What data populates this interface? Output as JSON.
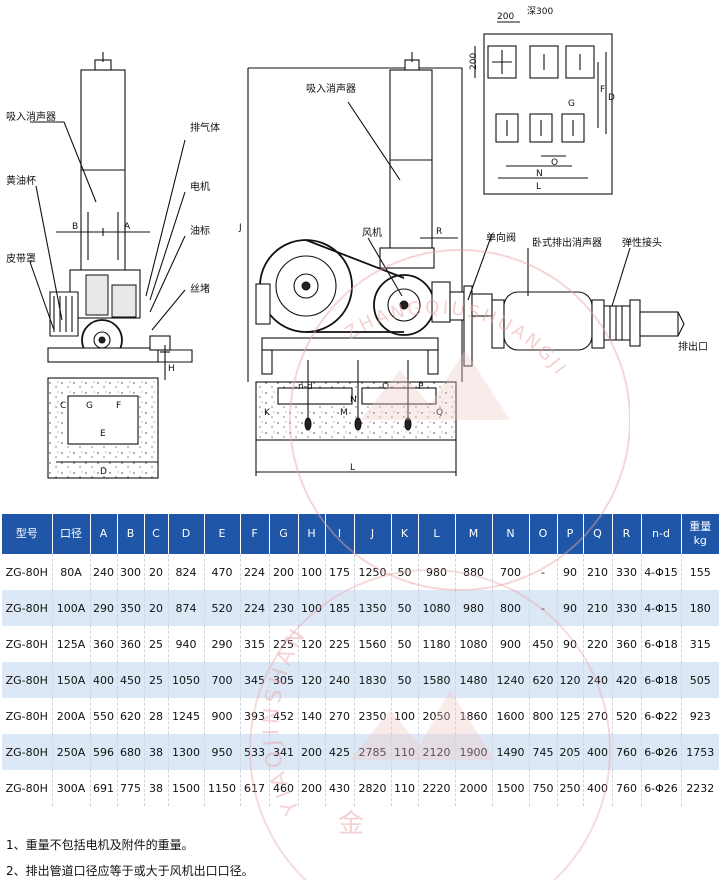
{
  "drawing": {
    "labels": {
      "inlet_silencer_left": "吸入消声器",
      "exhaust_body": "排气体",
      "grease_cup": "黄油杯",
      "motor": "电机",
      "oil_gauge": "油标",
      "belt_guard": "皮带罩",
      "plug": "丝堵",
      "inlet_silencer_right": "吸入消声器",
      "blower": "风机",
      "check_valve": "单向阀",
      "horizontal_exhaust_silencer": "卧式排出消声器",
      "elastic_joint": "弹性接头",
      "outlet": "排出口",
      "depth": "深300",
      "dim_200_top": "200",
      "dim_200_left": "200"
    },
    "dims": {
      "A": "A",
      "B": "B",
      "C": "C",
      "D": "D",
      "E": "E",
      "F": "F",
      "G": "G",
      "H": "H",
      "I": "I",
      "J": "J",
      "K": "K",
      "L": "L",
      "M": "M",
      "N": "N",
      "O": "O",
      "P": "P",
      "Q": "Q",
      "R": "R",
      "nd": "n-d"
    }
  },
  "table": {
    "headers": [
      "型号",
      "口径",
      "A",
      "B",
      "C",
      "D",
      "E",
      "F",
      "G",
      "H",
      "I",
      "J",
      "K",
      "L",
      "M",
      "N",
      "O",
      "P",
      "Q",
      "R",
      "n-d",
      "重量kg"
    ],
    "header_main": [
      "型号",
      "口径",
      "A",
      "B",
      "C",
      "D",
      "E",
      "F",
      "G",
      "H",
      "I",
      "J",
      "K",
      "L",
      "M",
      "N",
      "O",
      "P",
      "Q",
      "R",
      "n-d",
      "重量"
    ],
    "weight_unit": "kg",
    "rows": [
      [
        "ZG-80H",
        "80A",
        "240",
        "300",
        "20",
        "824",
        "470",
        "224",
        "200",
        "100",
        "175",
        "1250",
        "50",
        "980",
        "880",
        "700",
        "-",
        "90",
        "210",
        "330",
        "4-Φ15",
        "155"
      ],
      [
        "ZG-80H",
        "100A",
        "290",
        "350",
        "20",
        "874",
        "520",
        "224",
        "230",
        "100",
        "185",
        "1350",
        "50",
        "1080",
        "980",
        "800",
        "-",
        "90",
        "210",
        "330",
        "4-Φ15",
        "180"
      ],
      [
        "ZG-80H",
        "125A",
        "360",
        "360",
        "25",
        "940",
        "290",
        "315",
        "225",
        "120",
        "225",
        "1560",
        "50",
        "1180",
        "1080",
        "900",
        "450",
        "90",
        "220",
        "360",
        "6-Φ18",
        "315"
      ],
      [
        "ZG-80H",
        "150A",
        "400",
        "450",
        "25",
        "1050",
        "700",
        "345",
        "305",
        "120",
        "240",
        "1830",
        "50",
        "1580",
        "1480",
        "1240",
        "620",
        "120",
        "240",
        "420",
        "6-Φ18",
        "505"
      ],
      [
        "ZG-80H",
        "200A",
        "550",
        "620",
        "28",
        "1245",
        "900",
        "393",
        "452",
        "140",
        "270",
        "2350",
        "100",
        "2050",
        "1860",
        "1600",
        "800",
        "125",
        "270",
        "520",
        "6-Φ22",
        "923"
      ],
      [
        "ZG-80H",
        "250A",
        "596",
        "680",
        "38",
        "1300",
        "950",
        "533",
        "341",
        "200",
        "425",
        "2785",
        "110",
        "2120",
        "1900",
        "1490",
        "745",
        "205",
        "400",
        "760",
        "6-Φ26",
        "1753"
      ],
      [
        "ZG-80H",
        "300A",
        "691",
        "775",
        "38",
        "1500",
        "1150",
        "617",
        "460",
        "200",
        "430",
        "2820",
        "110",
        "2220",
        "2000",
        "1500",
        "750",
        "250",
        "400",
        "760",
        "6-Φ26",
        "2232"
      ]
    ]
  },
  "notes": [
    "1、重量不包括电机及附件的重量。",
    "2、排出管道口径应等于或大于风机出口口径。"
  ],
  "watermark": {
    "text": "ZHANGQIUSHUANGJINSHAN",
    "circle_text": "YIAOJINSHAN",
    "bottom_char": "金",
    "color": "#e9a5a5"
  },
  "colors": {
    "header_bg": "#1f56a8",
    "alt_row_bg": "#dce8f6"
  }
}
